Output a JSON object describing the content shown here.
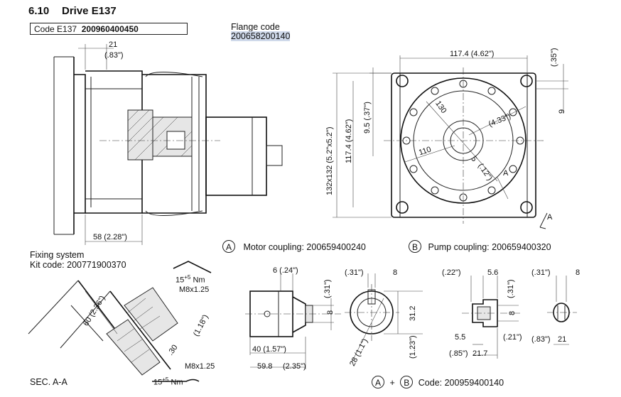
{
  "header": {
    "section_number": "6.10",
    "section_title": "Drive E137"
  },
  "code_box": {
    "label": "Code E137",
    "value": "200960400450"
  },
  "flange": {
    "label": "Flange code",
    "value": "200658200140"
  },
  "main_view": {
    "dim_top": "21",
    "dim_top_in": "(.83\")",
    "dim_bottom": "58  (2.28\")"
  },
  "front_view": {
    "width": "117.4  (4.62\")",
    "dim_35": "(.35\")",
    "dim_9": "9",
    "h132": "132x132  (5.2\"x5.2\")",
    "h117": "117.4  (4.62\")",
    "h95": "9.5  (.37\")",
    "r130": "130",
    "r433": "(4.33\")",
    "r110": "110",
    "r5": "5",
    "r12": "(.12\")",
    "section_a": "A"
  },
  "couplings": {
    "a_circle": "A",
    "motor": "Motor coupling: 200659400240",
    "b_circle": "B",
    "pump": "Pump coupling: 200659400320"
  },
  "fixing": {
    "title": "Fixing system",
    "kit": "Kit code: 200771900370",
    "torque_top": "15",
    "torque_top_sup": "+5",
    "torque_top_unit": "Nm",
    "m8_top": "M8x1.25",
    "dim60": "60 (2.36\")",
    "dim118": "(1.18\")",
    "dim30": ".30",
    "m8_bottom": "M8x1.25",
    "torque_bottom": "15",
    "torque_bottom_sup": "+5",
    "torque_bottom_unit": "Nm",
    "section": "SEC. A-A"
  },
  "motor_coupling_detail": {
    "d6": "6  (.24\")",
    "d31": "(.31\")",
    "d31v": "(.31\")",
    "d8": "8",
    "d40": "40  (1.57\")",
    "d598": "59.8",
    "d235": "(2.35\")"
  },
  "end_view": {
    "d31": "(.31\")",
    "d8": "8",
    "d312": "31.2",
    "d123": "(1.23\")",
    "d28": "28 (1.1\")"
  },
  "pump_coupling_detail": {
    "d22": "(.22\")",
    "d56": "5.6",
    "d31v": "(.31\")",
    "d8": "8",
    "d55": "5.5",
    "d21": "(.21\")",
    "d85": "(.85\")",
    "d217": "21.7"
  },
  "pump_end": {
    "d31": "(.31\")",
    "d8": "8",
    "d83": "(.83\")",
    "d21": "21"
  },
  "combo": {
    "a": "A",
    "plus": "+",
    "b": "B",
    "code": "Code: 200959400140"
  }
}
